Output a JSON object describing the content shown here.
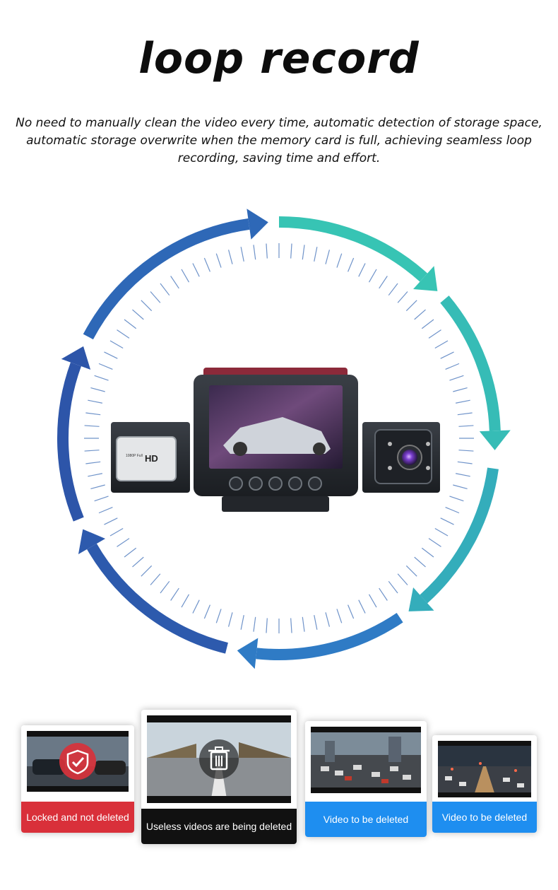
{
  "header": {
    "title": "loop record",
    "description": "No need to manually clean the video every time, automatic detection of storage space, automatic storage overwrite when the memory card is full, achieving seamless loop recording, saving time and effort."
  },
  "device": {
    "camera_badge": "HD",
    "camera_small_text": "1080P Full"
  },
  "colors": {
    "arrow_dark_blue": "#2f56a8",
    "arrow_teal": "#35c3b0",
    "locked_red": "#d9303a",
    "deleting_black": "#111111",
    "pending_blue": "#1e8ef0"
  },
  "cards": [
    {
      "label": "Locked and not deleted",
      "icon": "shield-check-icon"
    },
    {
      "label": "Useless videos are being deleted",
      "icon": "trash-icon"
    },
    {
      "label": "Video to be deleted"
    },
    {
      "label": "Video to be deleted"
    }
  ]
}
